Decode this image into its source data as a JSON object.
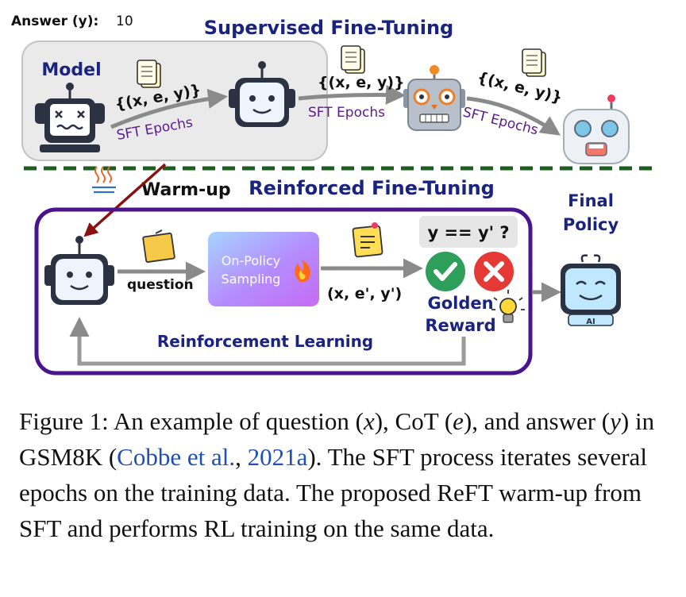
{
  "answer_prefix": "Answer (y):",
  "answer_value": "10",
  "sft_title": "Supervised Fine-Tuning",
  "model_label": "Model",
  "data_tuple": "{(x, e, y)}",
  "sft_epochs": "SFT Epochs",
  "warmup_label": "Warm-up",
  "reft_title": "Reinforced Fine-Tuning",
  "final_policy_line1": "Final",
  "final_policy_line2": "Policy",
  "question_label": "question",
  "sampling_line1": "On-Policy",
  "sampling_line2": "Sampling",
  "sample_tuple": "(x, e', y')",
  "check_label": "y == y' ?",
  "reward_line1": "Golden",
  "reward_line2": "Reward",
  "rl_label": "Reinforcement Learning",
  "ai_badge": "AI",
  "caption": {
    "prefix": "Figure 1:  An example of question (",
    "x": "x",
    "mid1": "), CoT (",
    "e": "e",
    "mid2": "), and answer (",
    "y": "y",
    "mid3": ") in GSM8K (",
    "cite_author": "Cobbe et al.",
    "cite_sep": ", ",
    "cite_year": "2021a",
    "suffix": "). The SFT process iterates several epochs on the training data. The proposed ReFT warm-up from SFT and performs RL training on the same data."
  },
  "colors": {
    "title_blue": "#1a237e",
    "purple_text": "#5b1b8c",
    "frame_purple": "#4a148c",
    "dashed_green": "#1b5e20",
    "warmup_arrow": "#8b1010",
    "check_green": "#2e9e5b",
    "cross_red": "#e53935",
    "cite_blue": "#1f4fb5"
  }
}
